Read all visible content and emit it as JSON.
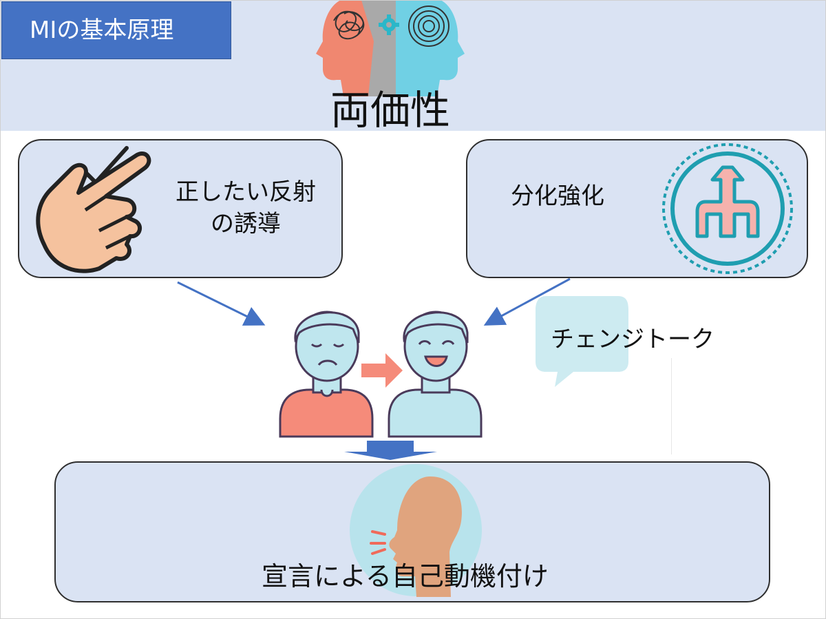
{
  "slide": {
    "title": "MIの基本原理",
    "ambivalence_label": "両価性",
    "left_box_label_line1": "正したい反射",
    "left_box_label_line2": "の誘導",
    "right_box_label": "分化強化",
    "speech_bubble_label": "チェンジトーク",
    "bottom_box_label": "宣言による自己動機付け"
  },
  "icons": {
    "head_icon": "two-heads-tangled-vs-spiral-icon",
    "hand_icon": "pointing-hand-check-icon",
    "branch_icon": "upward-branch-arrow-circle-icon",
    "people_icon": "sad-to-happy-person-icon",
    "speaking_icon": "speaking-head-icon",
    "bubble_icon": "speech-bubble-icon"
  },
  "colors": {
    "header_band": "#dae3f3",
    "title_fill": "#4472c4",
    "arrow_blue": "#4472c4",
    "salmon": "#f58b7a",
    "light_blue": "#bfe6ee",
    "teal": "#1f9eb0",
    "speech_bubble": "#cdebf1"
  }
}
